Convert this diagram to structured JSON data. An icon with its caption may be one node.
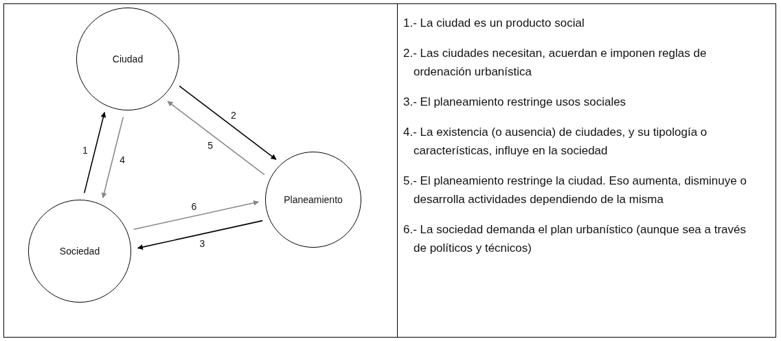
{
  "diagram": {
    "nodes": [
      {
        "text": [
          "Ciudad"
        ]
      },
      {
        "text": [
          "Planeamiento"
        ]
      },
      {
        "text": [
          "Sociedad"
        ]
      }
    ],
    "edges": [
      {
        "from": 2,
        "to": 0,
        "arrow": "to",
        "label": "1"
      },
      {
        "from": 0,
        "to": 1,
        "arrow": "to",
        "label": "2"
      },
      {
        "from": 1,
        "to": 2,
        "arrow": "to",
        "label": "3"
      },
      {
        "from": 0,
        "to": 2,
        "arrow": "to",
        "label": "4",
        "color": "#888888"
      },
      {
        "from": 1,
        "to": 0,
        "arrow": "to",
        "label": "5",
        "color": "#888888"
      },
      {
        "from": 2,
        "to": 1,
        "arrow": "to",
        "label": "6",
        "color": "#888888"
      }
    ],
    "labels": [
      "1.- La ciudad es un producto social",
      "2.- Las ciudades necesitan, acuerdan e imponen reglas de ordenación urbanística",
      "3.- El planeamiento restringe usos sociales",
      "4.- La existencia (o ausencia) de ciudades, y su tipología o características, influye en la sociedad",
      "5.- El planeamiento restringe la ciudad. Eso aumenta, disminuye o desarrolla actividades dependiendo de la misma",
      "6.- La sociedad demanda el plan urbanístico (aunque sea a través de políticos y técnicos)"
    ]
  }
}
